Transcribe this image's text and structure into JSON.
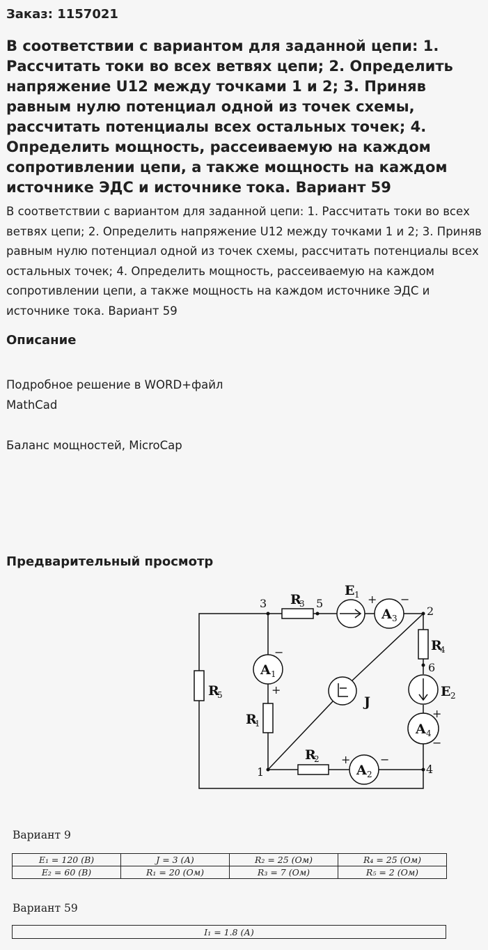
{
  "order": {
    "label": "Заказ: 1157021"
  },
  "title": "В соответствии с вариантом для заданной цепи: 1. Рассчитать токи во всех ветвях цепи; 2. Определить напряжение U12 между точками 1 и 2; 3. Приняв равным нулю потенциал одной из точек схемы, рассчитать потенциалы всех остальных точек; 4. Определить мощность, рассеиваемую на каждом сопротивлении цепи, а также мощность на каждом источнике ЭДС и источнике тока. Вариант 59",
  "summary": "В соответствии с вариантом для заданной цепи: 1. Рассчитать токи во всех ветвях цепи; 2. Определить напряжение U12 между точками 1 и 2; 3. Приняв равным нулю потенциал одной из точек схемы, рассчитать потенциалы всех остальных точек; 4. Определить мощность, рассеиваемую на каждом сопротивлении цепи, а также мощность на каждом источнике ЭДС и источнике тока. Вариант 59",
  "description": {
    "heading": "Описание",
    "line1": "Подробное решение в WORD+файл",
    "line2": "MathCad",
    "line3": "Баланс мощностей, MicroCap"
  },
  "preview": {
    "heading": "Предварительный просмотр"
  },
  "schematic": {
    "nodes": {
      "n1": "1",
      "n2": "2",
      "n3": "3",
      "n4": "4",
      "n5": "5",
      "n6": "6"
    },
    "labels": {
      "R1": "R",
      "R1_sub": "1",
      "R2": "R",
      "R2_sub": "2",
      "R3": "R",
      "R3_sub": "3",
      "R4": "R",
      "R4_sub": "4",
      "R5": "R",
      "R5_sub": "5",
      "E1": "E",
      "E1_sub": "1",
      "E2": "E",
      "E2_sub": "2",
      "J": "J",
      "A": "A",
      "A1_sub": "1",
      "A2_sub": "2",
      "A3_sub": "3",
      "A4_sub": "4",
      "plus": "+",
      "minus": "−"
    }
  },
  "variant9": {
    "label": "Вариант 9",
    "rows": [
      [
        "E₁ = 120 (В)",
        "J = 3 (А)",
        "R₂ = 25 (Ом)",
        "R₄ = 25 (Ом)"
      ],
      [
        "E₂ = 60 (В)",
        "R₁ = 20 (Ом)",
        "R₃ = 7 (Ом)",
        "R₅ = 2 (Ом)"
      ]
    ]
  },
  "variant59": {
    "label": "Вариант 59",
    "value": "I₁ = 1.8 (А)"
  }
}
